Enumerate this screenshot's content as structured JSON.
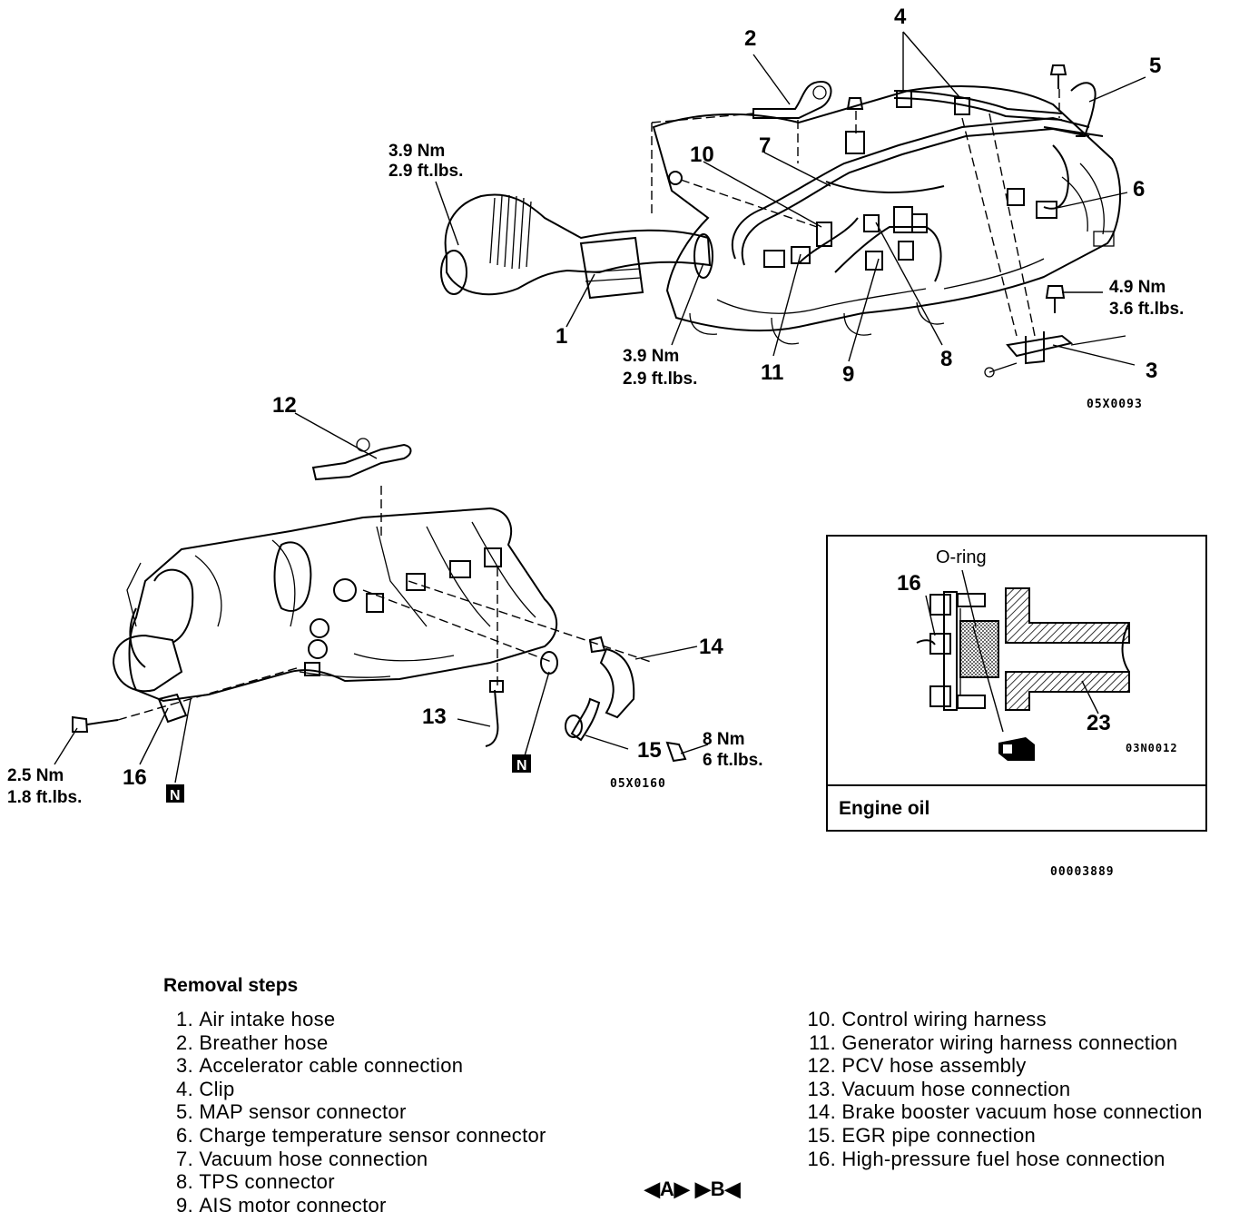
{
  "top_figure": {
    "code": "05X0093",
    "callouts": [
      "1",
      "2",
      "3",
      "4",
      "5",
      "6",
      "7",
      "8",
      "9",
      "10",
      "11"
    ],
    "torque_intake_upper": {
      "nm": "3.9 Nm",
      "ftlbs": "2.9 ft.lbs."
    },
    "torque_intake_lower": {
      "nm": "3.9 Nm",
      "ftlbs": "2.9 ft.lbs."
    },
    "torque_bracket": {
      "nm": "4.9 Nm",
      "ftlbs": "3.6 ft.lbs."
    }
  },
  "bottom_figure": {
    "code": "05X0160",
    "callouts": [
      "12",
      "13",
      "14",
      "15",
      "16"
    ],
    "torque_left": {
      "nm": "2.5 Nm",
      "ftlbs": "1.8 ft.lbs."
    },
    "torque_right": {
      "nm": "8 Nm",
      "ftlbs": "6 ft.lbs."
    },
    "n_marker": "N"
  },
  "detail_box": {
    "oring_label": "O-ring",
    "callout_16": "16",
    "callout_23": "23",
    "code": "03N0012",
    "caption": "Engine oil"
  },
  "sheet_code": "00003889",
  "removal_steps": {
    "title": "Removal steps",
    "left": [
      {
        "n": "1.",
        "text": "Air intake hose"
      },
      {
        "n": "2.",
        "text": "Breather hose"
      },
      {
        "n": "3.",
        "text": "Accelerator cable connection"
      },
      {
        "n": "4.",
        "text": "Clip"
      },
      {
        "n": "5.",
        "text": "MAP sensor connector"
      },
      {
        "n": "6.",
        "text": "Charge temperature sensor connector"
      },
      {
        "n": "7.",
        "text": "Vacuum hose connection"
      },
      {
        "n": "8.",
        "text": "TPS connector"
      },
      {
        "n": "9.",
        "text": "AIS motor connector"
      }
    ],
    "right": [
      {
        "n": "10.",
        "text": "Control wiring harness"
      },
      {
        "n": "11.",
        "text": "Generator wiring harness connection"
      },
      {
        "n": "12.",
        "text": "PCV hose assembly"
      },
      {
        "n": "13.",
        "text": "Vacuum hose connection"
      },
      {
        "n": "14.",
        "text": "Brake booster vacuum hose connection"
      },
      {
        "n": "15.",
        "text": "EGR pipe connection"
      },
      {
        "n": "16.",
        "text": "High-pressure fuel hose connection"
      }
    ],
    "markers": "◀A▶ ▶B◀"
  }
}
